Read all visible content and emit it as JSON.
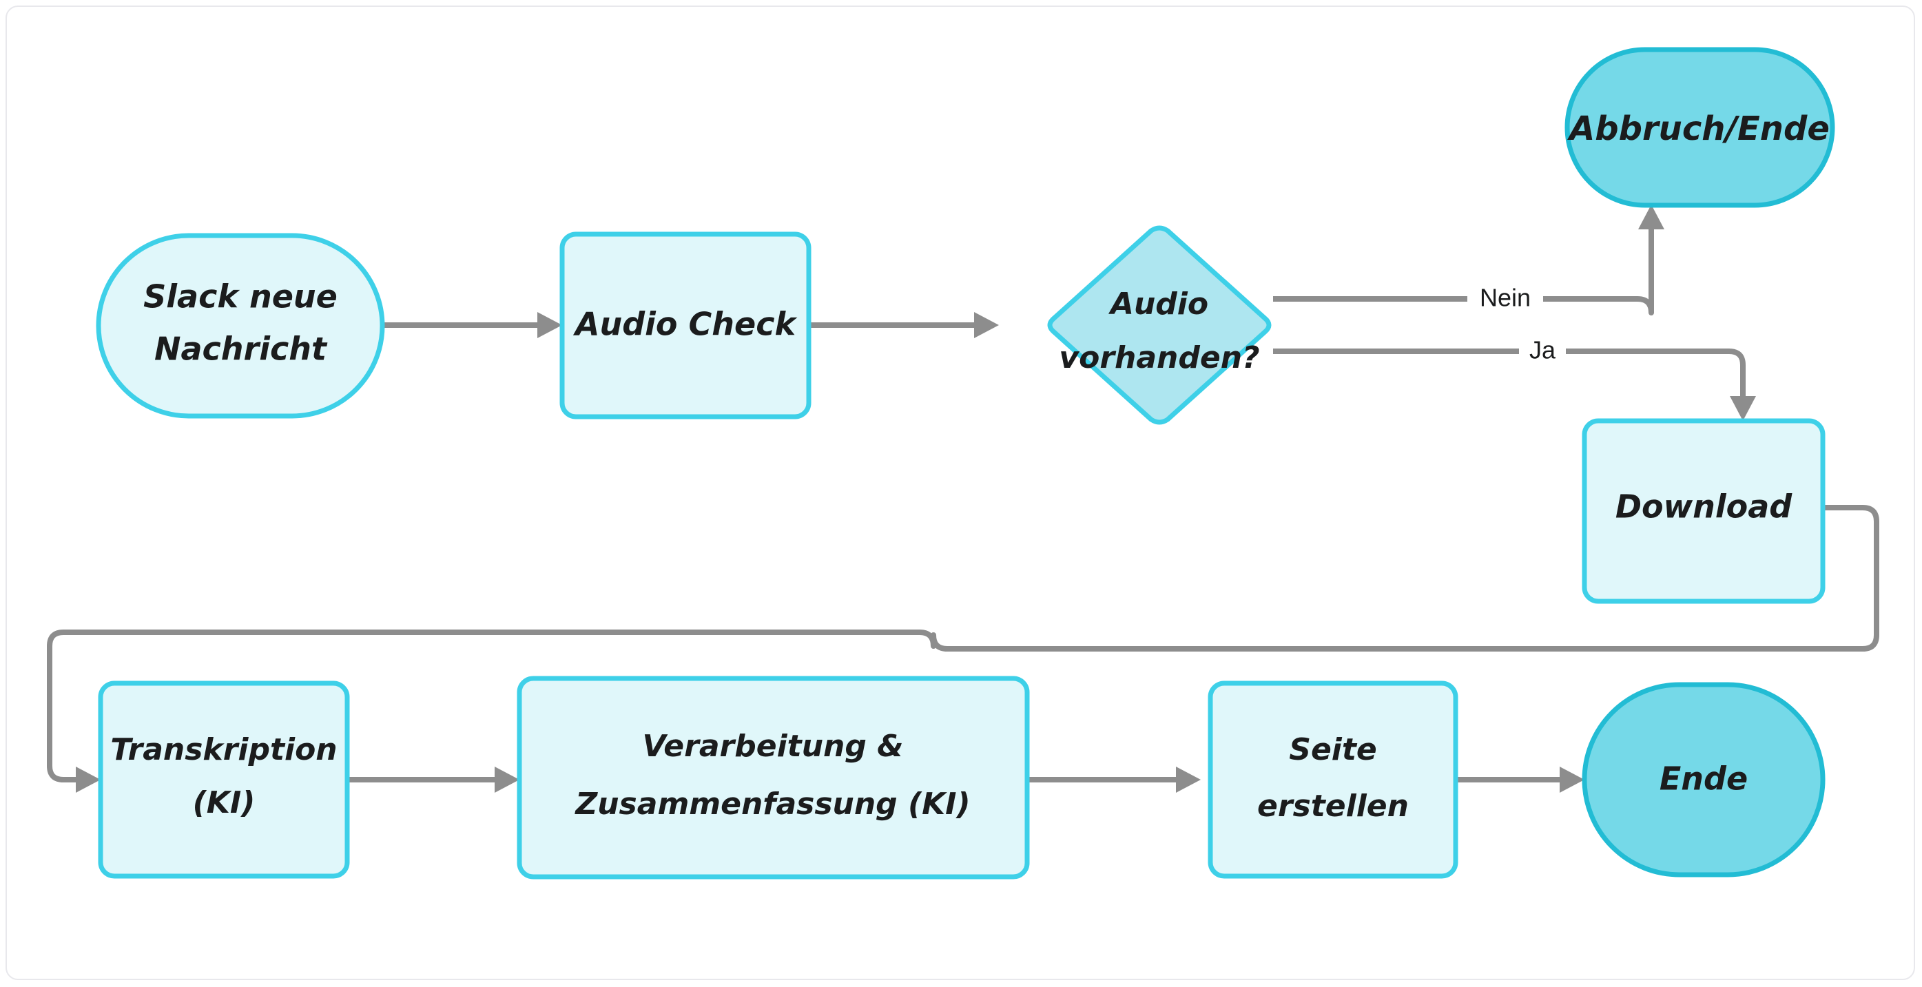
{
  "diagram": {
    "type": "flowchart",
    "direction": "left-to-right with wrap",
    "language": "de",
    "colors": {
      "canvas_background": "#ffffff",
      "canvas_border": "#e8e8ec",
      "node_border": "#3ed0e8",
      "process_fill": "#e0f7fa",
      "decision_fill": "#aee6f0",
      "terminal_fill": "#75d9e8",
      "edge_stroke": "#8d8d8d",
      "label_text": "#1b1c1d"
    },
    "nodes": [
      {
        "id": "start",
        "label": "Slack neue Nachricht",
        "lines": [
          "Slack neue",
          "Nachricht"
        ],
        "shape": "stadium",
        "fill_role": "process_fill"
      },
      {
        "id": "check",
        "label": "Audio Check",
        "lines": [
          "Audio Check"
        ],
        "shape": "rect",
        "fill_role": "process_fill"
      },
      {
        "id": "decide",
        "label": "Audio vorhanden?",
        "lines": [
          "Audio",
          "vorhanden?"
        ],
        "shape": "diamond",
        "fill_role": "decision_fill"
      },
      {
        "id": "abort",
        "label": "Abbruch/Ende",
        "lines": [
          "Abbruch/Ende"
        ],
        "shape": "stadium",
        "fill_role": "terminal_fill"
      },
      {
        "id": "download",
        "label": "Download",
        "lines": [
          "Download"
        ],
        "shape": "rect",
        "fill_role": "process_fill"
      },
      {
        "id": "transcribe",
        "label": "Transkription (KI)",
        "lines": [
          "Transkription",
          "(KI)"
        ],
        "shape": "rect",
        "fill_role": "process_fill"
      },
      {
        "id": "process",
        "label": "Verarbeitung & Zusammenfassung (KI)",
        "lines": [
          "Verarbeitung &",
          "Zusammenfassung (KI)"
        ],
        "shape": "rect",
        "fill_role": "process_fill"
      },
      {
        "id": "page",
        "label": "Seite erstellen",
        "lines": [
          "Seite",
          "erstellen"
        ],
        "shape": "rect",
        "fill_role": "process_fill"
      },
      {
        "id": "end",
        "label": "Ende",
        "lines": [
          "Ende"
        ],
        "shape": "stadium",
        "fill_role": "terminal_fill"
      }
    ],
    "edges": [
      {
        "from": "start",
        "to": "check",
        "label": ""
      },
      {
        "from": "check",
        "to": "decide",
        "label": ""
      },
      {
        "from": "decide",
        "to": "abort",
        "label": "Nein"
      },
      {
        "from": "decide",
        "to": "download",
        "label": "Ja"
      },
      {
        "from": "download",
        "to": "transcribe",
        "label": ""
      },
      {
        "from": "transcribe",
        "to": "process",
        "label": ""
      },
      {
        "from": "process",
        "to": "page",
        "label": ""
      },
      {
        "from": "page",
        "to": "end",
        "label": ""
      }
    ],
    "edge_labels": {
      "nein": "Nein",
      "ja": "Ja"
    }
  }
}
